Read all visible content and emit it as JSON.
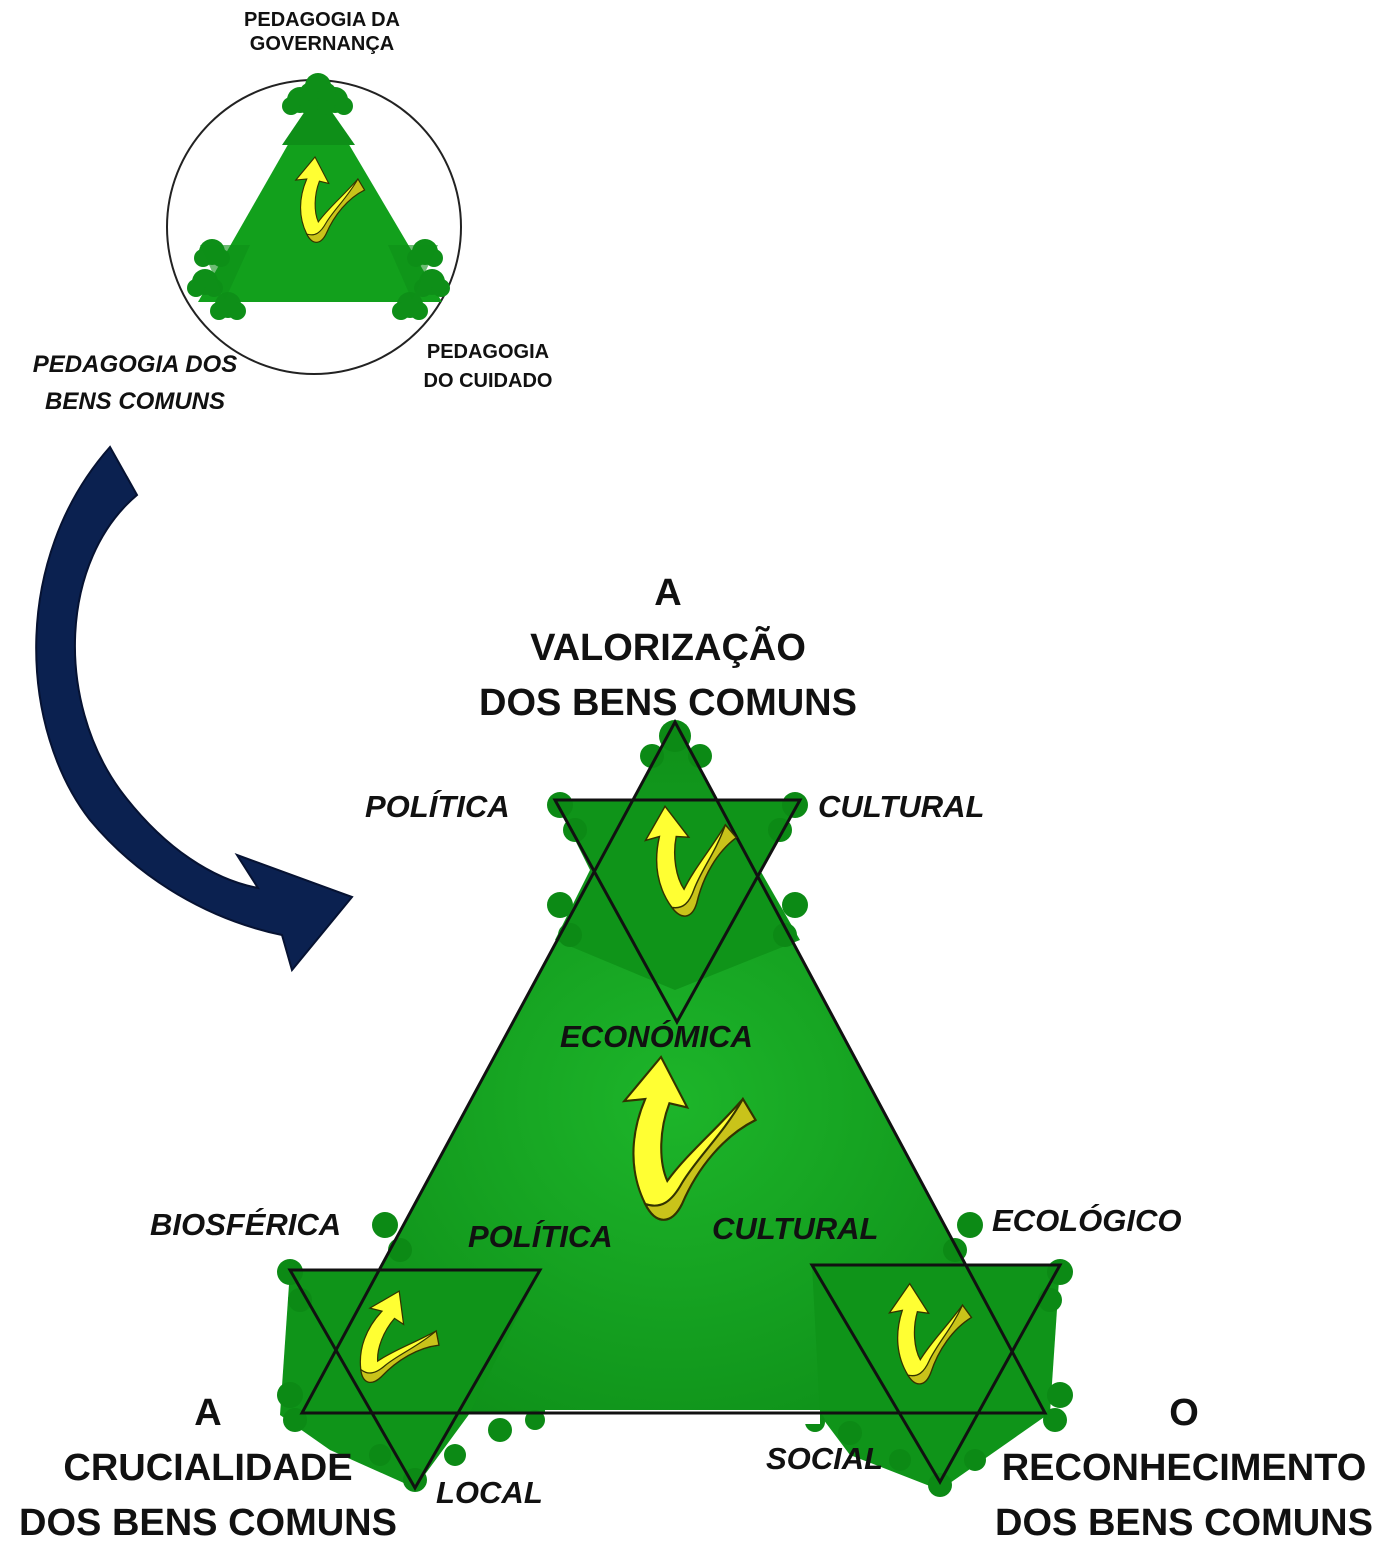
{
  "small_diagram": {
    "top_label_line1": "PEDAGOGIA DA",
    "top_label_line2": "GOVERNANÇA",
    "left_label_line1": "PEDAGOGIA DOS",
    "left_label_line2": "BENS COMUNS",
    "right_label_line1": "PEDAGOGIA",
    "right_label_line2": "DO CUIDADO"
  },
  "main_diagram": {
    "top_title_line1": "A",
    "top_title_line2": "VALORIZAÇÃO",
    "top_title_line3": "DOS BENS COMUNS",
    "left_title_line1": "A",
    "left_title_line2": "CRUCIALIDADE",
    "left_title_line3": "DOS BENS COMUNS",
    "right_title_line1": "O",
    "right_title_line2": "RECONHECIMENTO",
    "right_title_line3": "DOS BENS COMUNS",
    "top_left_tag": "POLÍTICA",
    "top_right_tag": "CULTURAL",
    "top_bottom_tag": "ECONÓMICA",
    "left_outer_tag": "BIOSFÉRICA",
    "left_inner_tag": "POLÍTICA",
    "left_bottom_tag": "LOCAL",
    "right_inner_tag": "CULTURAL",
    "right_outer_tag": "ECOLÓGICO",
    "right_bottom_tag": "SOCIAL"
  },
  "colors": {
    "green": "#12a01c",
    "dark_green": "#0a7a12",
    "yellow": "#ffff33",
    "olive": "#c9c31a",
    "navy_arrow": "#0b2150",
    "outline": "#111111"
  }
}
